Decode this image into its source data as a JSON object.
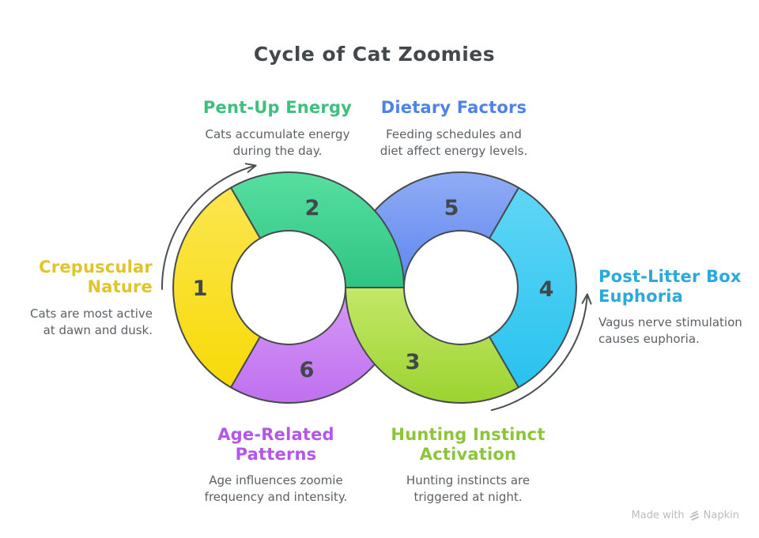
{
  "title": "Cycle of Cat Zoomies",
  "steps": [
    {
      "number": "1",
      "heading": "Crepuscular\nNature",
      "body": "Cats are most active\nat dawn and dusk.",
      "heading_color": "#dfc52b",
      "color_top": "#fbe64f",
      "color_bottom": "#f8da08"
    },
    {
      "number": "2",
      "heading": "Pent-Up Energy",
      "body": "Cats accumulate energy\nduring the day.",
      "heading_color": "#3dbf7d",
      "color_top": "#57dfa0",
      "color_bottom": "#2ec482"
    },
    {
      "number": "3",
      "heading": "Hunting Instinct\nActivation",
      "body": "Hunting instincts are\ntriggered at night.",
      "heading_color": "#8cc43b",
      "color_top": "#c3e868",
      "color_bottom": "#9cd330"
    },
    {
      "number": "4",
      "heading": "Post-Litter Box\nEuphoria",
      "body": "Vagus nerve stimulation\ncauses euphoria.",
      "heading_color": "#2aa9dd",
      "color_top": "#60d6f6",
      "color_bottom": "#28c2ee"
    },
    {
      "number": "5",
      "heading": "Dietary Factors",
      "body": "Feeding schedules and\ndiet affect energy levels.",
      "heading_color": "#4d82ea",
      "color_top": "#90acf4",
      "color_bottom": "#5c85f0"
    },
    {
      "number": "6",
      "heading": "Age-Related\nPatterns",
      "body": "Age influences zoomie\nfrequency and intensity.",
      "heading_color": "#b456e9",
      "color_top": "#d79af7",
      "color_bottom": "#bf70ef"
    }
  ],
  "footer": {
    "made_with": "Made with",
    "brand": "Napkin"
  },
  "colors": {
    "background": "#ffffff",
    "outline": "#474b4e",
    "arrow": "#4a4f52",
    "number_text": "#41474a",
    "title_text": "#44484b",
    "body_text": "#5c6165",
    "footer_text": "#b9bcbe"
  }
}
